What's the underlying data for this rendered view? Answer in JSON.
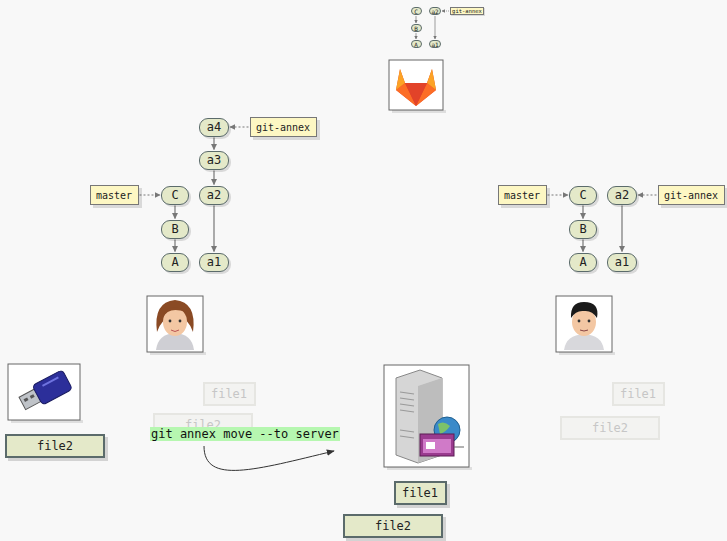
{
  "diagram": {
    "nodes": [
      {
        "text": [
          "C"
        ]
      },
      {
        "text": [
          "a2"
        ]
      },
      {
        "text": [
          "git-annex"
        ]
      },
      {
        "text": [
          "B"
        ]
      },
      {
        "text": [
          "A"
        ]
      },
      {
        "text": [
          "a1"
        ]
      },
      {
        "text": [
          "a4"
        ]
      },
      {
        "text": [
          "git-annex"
        ]
      },
      {
        "text": [
          "a3"
        ]
      },
      {
        "text": [
          "master"
        ]
      },
      {
        "text": [
          "C"
        ]
      },
      {
        "text": [
          "a2"
        ]
      },
      {
        "text": [
          "B"
        ]
      },
      {
        "text": [
          "A"
        ]
      },
      {
        "text": [
          "a1"
        ]
      },
      {
        "text": [
          "master"
        ]
      },
      {
        "text": [
          "C"
        ]
      },
      {
        "text": [
          "a2"
        ]
      },
      {
        "text": [
          "git-annex"
        ]
      },
      {
        "text": [
          "B"
        ]
      },
      {
        "text": [
          "A"
        ]
      },
      {
        "text": [
          "a1"
        ]
      },
      {
        "text": [
          "file1"
        ]
      },
      {
        "text": [
          "file1"
        ]
      },
      {
        "text": [
          "file2"
        ]
      },
      {
        "text": [
          "file2"
        ]
      },
      {
        "text": [
          "file2"
        ]
      },
      {
        "text": [
          "file1"
        ]
      },
      {
        "text": [
          "file2"
        ]
      }
    ],
    "edges": [
      {
        "from": 0,
        "to": 3,
        "arrow": "to"
      },
      {
        "from": 3,
        "to": 4,
        "arrow": "to"
      },
      {
        "from": 1,
        "to": 5,
        "arrow": "to"
      },
      {
        "from": 2,
        "to": 1,
        "arrow": "to"
      },
      {
        "from": 6,
        "to": 8,
        "arrow": "to"
      },
      {
        "from": 8,
        "to": 11,
        "arrow": "to"
      },
      {
        "from": 11,
        "to": 14,
        "arrow": "to"
      },
      {
        "from": 10,
        "to": 12,
        "arrow": "to"
      },
      {
        "from": 12,
        "to": 13,
        "arrow": "to"
      },
      {
        "from": 7,
        "to": 6,
        "arrow": "to"
      },
      {
        "from": 9,
        "to": 10,
        "arrow": "to"
      },
      {
        "from": 16,
        "to": 19,
        "arrow": "to"
      },
      {
        "from": 19,
        "to": 20,
        "arrow": "to"
      },
      {
        "from": 17,
        "to": 21,
        "arrow": "to"
      },
      {
        "from": 18,
        "to": 17,
        "arrow": "to"
      },
      {
        "from": 15,
        "to": 16,
        "arrow": "to"
      }
    ],
    "labels": [
      "git annex move --to server"
    ]
  }
}
